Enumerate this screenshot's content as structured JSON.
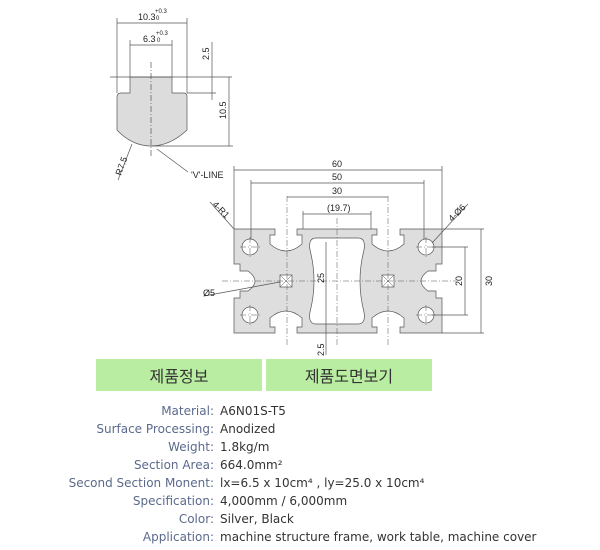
{
  "drawing": {
    "tslot": {
      "width_outer": "10.3",
      "width_inner": "6.3",
      "tol_plus": "+0.3",
      "tol_zero": "0",
      "neck": "2.5",
      "depth": "10.5",
      "radius": "R7.5",
      "vline": "'V'-LINE"
    },
    "profile": {
      "d60": "60",
      "d50": "50",
      "d30": "30",
      "d19": "(19.7)",
      "d25": "25",
      "d2_5": "2.5",
      "d20": "20",
      "d30v": "30",
      "corner": "4-R1",
      "holes": "4-Ø6",
      "center_hole": "Ø5"
    }
  },
  "tabs": {
    "info": "제품정보",
    "drawing": "제품도면보기"
  },
  "specs": [
    {
      "label": "Material:",
      "value": "A6N01S-T5"
    },
    {
      "label": "Surface Processing:",
      "value": "Anodized"
    },
    {
      "label": "Weight:",
      "value": "1.8kg/m"
    },
    {
      "label": "Section Area:",
      "value": "664.0mm²"
    },
    {
      "label": "Second Section Monent:",
      "value": "lx=6.5 x 10cm⁴  , ly=25.0 x 10cm⁴"
    },
    {
      "label": "Specification:",
      "value": "4,000mm / 6,000mm"
    },
    {
      "label": "Color:",
      "value": "Silver, Black"
    },
    {
      "label": "Application:",
      "value": "machine structure frame, work table, machine cover"
    }
  ],
  "colors": {
    "button": "#b9eda2",
    "label": "#5b6a8c",
    "value": "#333333"
  }
}
